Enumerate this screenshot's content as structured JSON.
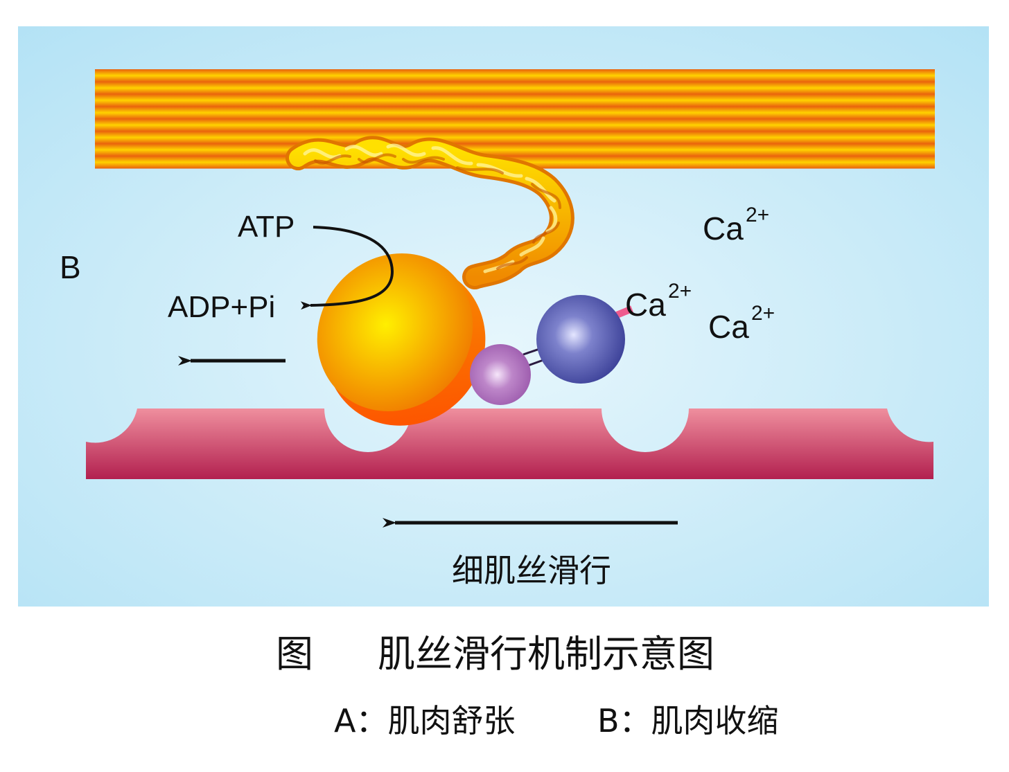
{
  "labels": {
    "panel": "B",
    "atp": "ATP",
    "adp": "ADP+Pi",
    "ca_base": "Ca",
    "ca_charge": "2+",
    "sliding": "细肌丝滑行"
  },
  "caption": {
    "figure": "图",
    "title": "肌丝滑行机制示意图",
    "legend_a": "A：肌肉舒张",
    "legend_b": "B：肌肉收缩"
  },
  "colors": {
    "background_center": "#e6f6fc",
    "background_edge": "#b3e2f5",
    "thick_filament_light": "#ffd000",
    "thick_filament_dark": "#e8560a",
    "thin_filament_top": "#ef8f9e",
    "thin_filament_bottom": "#b2204f",
    "myosin_head_light": "#ffef00",
    "myosin_head_dark": "#f07a00",
    "troponin_large": "#4a4fa8",
    "troponin_small": "#a869b8",
    "link": "#ee5c8e",
    "arrow": "#111111"
  }
}
